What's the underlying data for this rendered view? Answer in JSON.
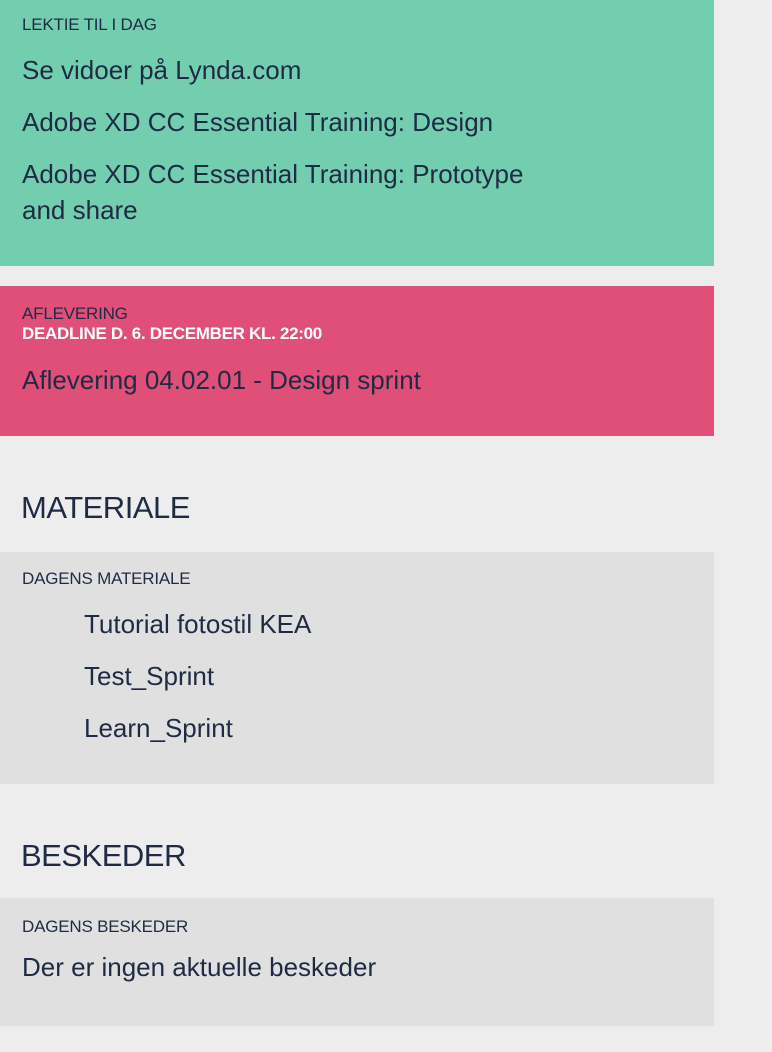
{
  "homework": {
    "label": "LEKTIE TIL I DAG",
    "items": [
      "Se vidoer på Lynda.com",
      "Adobe XD CC Essential Training: Design",
      "Adobe XD CC Essential Training: Prototype and share"
    ]
  },
  "assignment": {
    "label": "AFLEVERING",
    "deadline": "DEADLINE D. 6. DECEMBER KL. 22:00",
    "item": "Aflevering 04.02.01 - Design sprint"
  },
  "material_section": {
    "heading": "MATERIALE",
    "label": "DAGENS MATERIALE",
    "items": [
      "Tutorial fotostil KEA",
      "Test_Sprint",
      "Learn_Sprint"
    ]
  },
  "messages_section": {
    "heading": "BESKEDER",
    "label": "DAGENS BESKEDER",
    "text": "Der er ingen aktuelle beskeder"
  },
  "colors": {
    "homework_bg": "#72ceae",
    "assignment_bg": "#df4f78",
    "panel_bg": "#e0e0e0",
    "page_bg": "#ededed",
    "text": "#1f2a44"
  }
}
